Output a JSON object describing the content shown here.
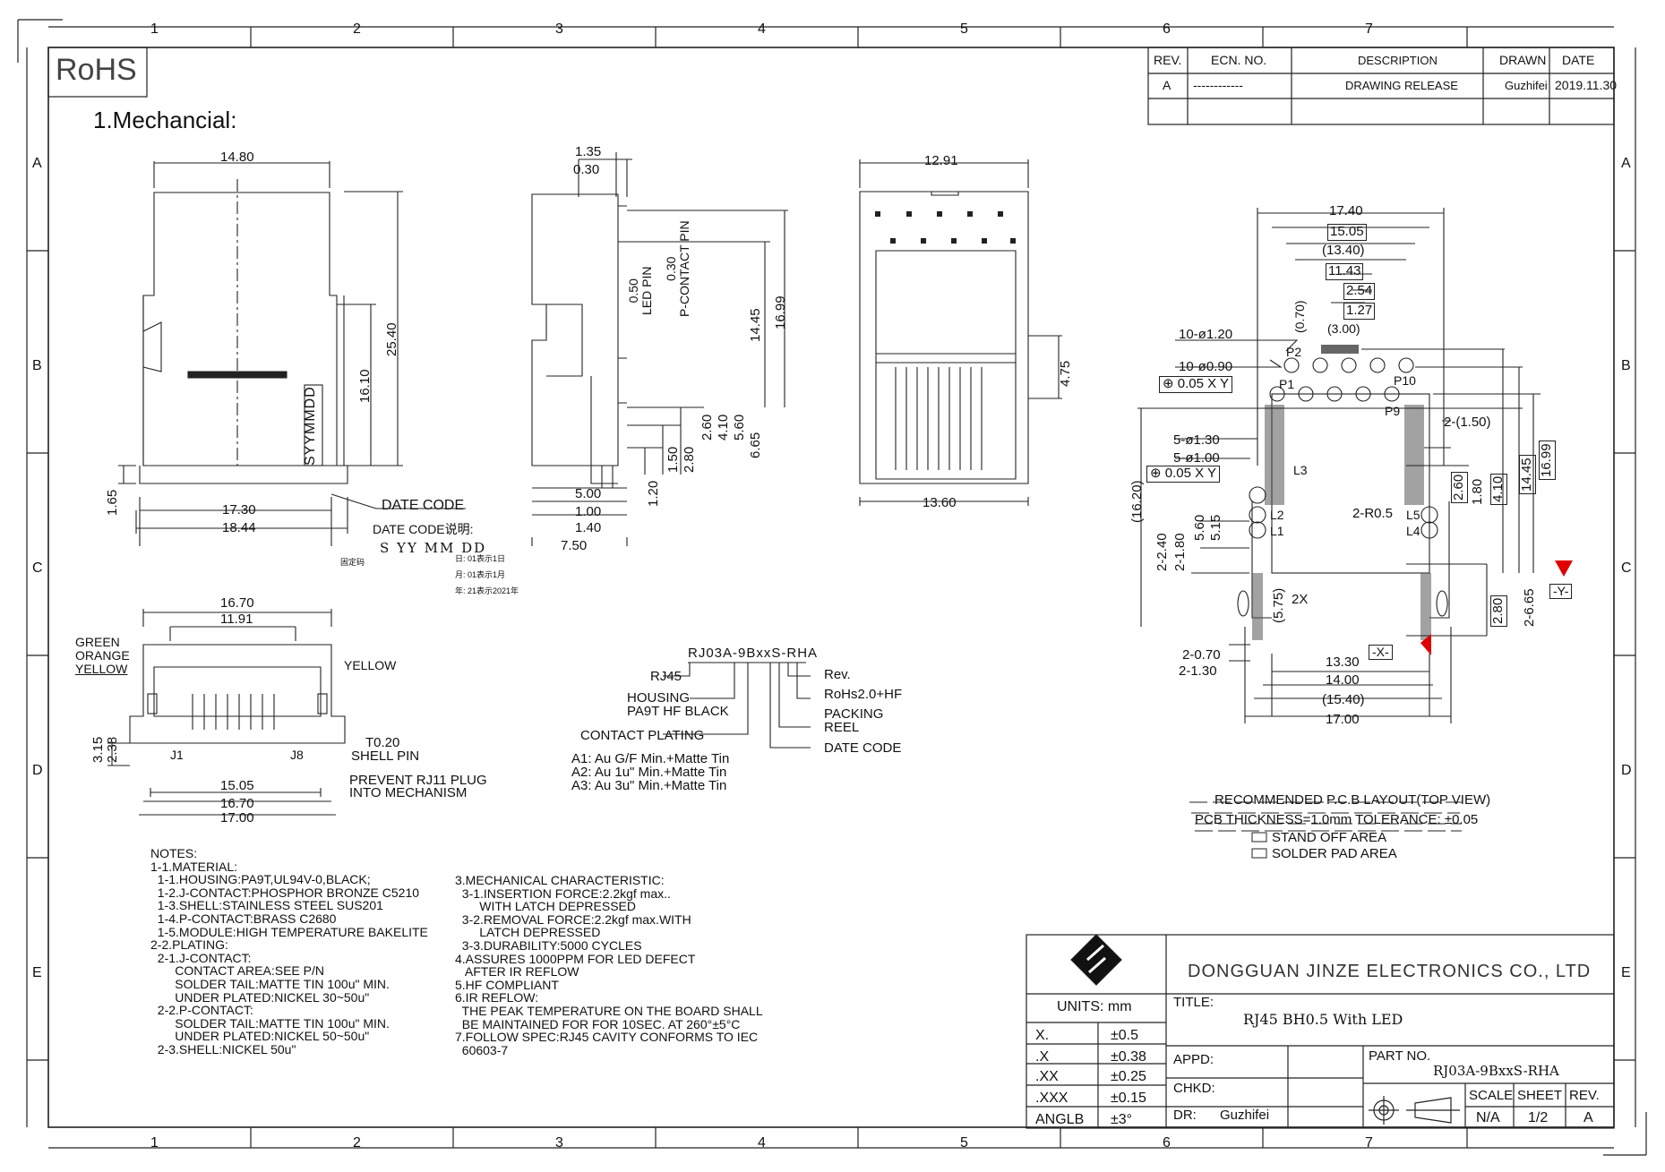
{
  "border": {
    "columns": [
      "1",
      "2",
      "3",
      "4",
      "5",
      "6",
      "7"
    ],
    "rows": [
      "A",
      "B",
      "C",
      "D",
      "E"
    ]
  },
  "rohs": "RoHS",
  "section_title": "1.Mechancial:",
  "revision_table": {
    "headers": [
      "REV.",
      "ECN. NO.",
      "DESCRIPTION",
      "DRAWN",
      "DATE"
    ],
    "row": [
      "A",
      "------------",
      "DRAWING RELEASE",
      "Guzhifei",
      "2019.11.30"
    ]
  },
  "front_view": {
    "dims": {
      "w1480": "14.80",
      "h2540": "25.40",
      "h1610": "16.10",
      "w1730": "17.30",
      "w1844": "18.44",
      "h165": "1.65"
    },
    "date_stamp": "SYYMMDD",
    "date_code_label": "DATE CODE",
    "date_code_note": "DATE CODE说明:",
    "date_code_fields": "S YY MM DD",
    "legend_fixed": "固定码",
    "legend_day": "日: 01表示1日",
    "legend_month": "月: 01表示1月",
    "legend_year": "年: 21表示2021年"
  },
  "side_view": {
    "dims": {
      "d135": "1.35",
      "d030": "0.30",
      "led": "0.50\nLED PIN",
      "pcon": "0.30\nP-CONTACT PIN",
      "d1445": "14.45",
      "d1699": "16.99",
      "d260": "2.60",
      "d410": "4.10",
      "d560": "5.60",
      "d665": "6.65",
      "d150": "1.50",
      "d280": "2.80",
      "d120": "1.20",
      "d500": "5.00",
      "d100": "1.00",
      "d140": "1.40",
      "d750": "7.50"
    }
  },
  "rear_view": {
    "dims": {
      "w1291": "12.91",
      "h475": "4.75",
      "w1360": "13.60"
    }
  },
  "bottom_view": {
    "dims": {
      "w1670": "16.70",
      "w1191": "11.91",
      "w1505": "15.05",
      "w1670b": "16.70",
      "w1700": "17.00",
      "h315": "3.15",
      "h238": "2.38"
    },
    "labels": {
      "green": "GREEN",
      "orange": "ORANGE",
      "yellow_l": "YELLOW",
      "yellow_r": "YELLOW",
      "j1": "J1",
      "j8": "J8",
      "t020": "T0.20",
      "shell": "SHELL PIN",
      "prevent": "PREVENT RJ11 PLUG",
      "into": "INTO MECHANISM"
    }
  },
  "part_code": {
    "code": "RJ03A-9BxxS-RHA",
    "rj45": "RJ45",
    "housing": "HOUSING",
    "housing2": "PA9T HF BLACK",
    "contact": "CONTACT PLATING",
    "rev": "Rev.",
    "rohs": "RoHs2.0+HF",
    "packing": "PACKING",
    "reel": "REEL",
    "date": "DATE CODE",
    "a1": "A1: Au G/F Min.+Matte Tin",
    "a2": "A2: Au 1u\" Min.+Matte Tin",
    "a3": "A3: Au 3u\" Min.+Matte Tin"
  },
  "pcb": {
    "dims": {
      "d1740": "17.40",
      "d1505": "15.05",
      "d1340": "(13.40)",
      "d1143": "11.43",
      "d254": "2.54",
      "d127": "1.27",
      "d300": "(3.00)",
      "d070": "(0.70)",
      "d1620": "(16.20)",
      "d1445": "14.45",
      "d1699": "16.99",
      "d260": "2.60",
      "d180": "1.80",
      "d410": "4.10",
      "d560": "5.60",
      "d515": "5.15",
      "d2240": "2-2.40",
      "d2180": "2-1.80",
      "d575": "(5.75)",
      "d280": "2.80",
      "d2665": "2-6.65",
      "d2150": "2-(1.50)",
      "d2r05": "2-R0.5",
      "d1330": "13.30",
      "d1400": "14.00",
      "d1540": "(15.40)",
      "d1700": "17.00",
      "d2070": "2-0.70",
      "d2130": "2-1.30",
      "x2": "2X"
    },
    "holes": {
      "h1": "10-ø1.20",
      "h2": "10-ø0.90",
      "h3": "5-ø1.30",
      "h4": "5-ø1.00",
      "tol1": "0.05",
      "tol2": "0.05",
      "x": "X",
      "y": "Y"
    },
    "pins": {
      "p2": "P2",
      "p1": "P1",
      "p10": "P10",
      "p9": "P9",
      "l3": "L3",
      "l2": "L2",
      "l1": "L1",
      "l5": "L5",
      "l4": "L4"
    },
    "datum_x": "-X-",
    "datum_y": "-Y-",
    "caption": "RECOMMENDED P.C.B LAYOUT(TOP VIEW)",
    "thickness": "PCB THICKNESS=1.0mm TOLERANCE: ±0.05",
    "standoff": "STAND OFF AREA",
    "solder": "SOLDER PAD AREA"
  },
  "notes": {
    "left": [
      "NOTES:",
      "1-1.MATERIAL:",
      "  1-1.HOUSING:PA9T,UL94V-0,BLACK;",
      "  1-2.J-CONTACT:PHOSPHOR BRONZE C5210",
      "  1-3.SHELL:STAINLESS STEEL SUS201",
      "  1-4.P-CONTACT:BRASS C2680",
      "  1-5.MODULE:HIGH TEMPERATURE BAKELITE",
      "2-2.PLATING:",
      "  2-1.J-CONTACT:",
      "       CONTACT AREA:SEE P/N",
      "       SOLDER TAIL:MATTE TIN 100u\" MIN.",
      "       UNDER PLATED:NICKEL 30~50u\"",
      "  2-2.P-CONTACT:",
      "       SOLDER TAIL:MATTE TIN 100u\" MIN.",
      "       UNDER PLATED:NICKEL 50~50u\"",
      "  2-3.SHELL:NICKEL 50u\""
    ],
    "right": [
      "3.MECHANICAL CHARACTERISTIC:",
      "  3-1.INSERTION FORCE:2.2kgf max..",
      "       WITH LATCH DEPRESSED",
      "  3-2.REMOVAL FORCE:2.2kgf max.WITH",
      "       LATCH DEPRESSED",
      "  3-3.DURABILITY:5000 CYCLES",
      "4.ASSURES 1000PPM FOR LED DEFECT",
      "   AFTER IR REFLOW",
      "5.HF COMPLIANT",
      "6.IR REFLOW:",
      "  THE PEAK TEMPERATURE ON THE BOARD SHALL",
      "  BE MAINTAINED FOR FOR 10SEC. AT 260°±5°C",
      "7.FOLLOW SPEC:RJ45 CAVITY CONFORMS TO IEC",
      "  60603-7"
    ]
  },
  "title_block": {
    "company": "DONGGUAN JINZE ELECTRONICS CO., LTD",
    "units": "UNITS: mm",
    "title_label": "TITLE:",
    "title": "RJ45 BH0.5 With LED",
    "tolerances": [
      [
        "X.",
        "±0.5"
      ],
      [
        ".X",
        "±0.38"
      ],
      [
        ".XX",
        "±0.25"
      ],
      [
        ".XXX",
        "±0.15"
      ],
      [
        "ANGLB",
        "±3°"
      ]
    ],
    "appd": "APPD:",
    "chkd": "CHKD:",
    "dr": "DR:",
    "dr_name": "Guzhifei",
    "part_no_label": "PART NO.",
    "part_no": "RJ03A-9BxxS-RHA",
    "scale_label": "SCALE",
    "sheet_label": "SHEET",
    "rev_label": "REV.",
    "scale": "N/A",
    "sheet": "1/2",
    "rev": "A"
  }
}
